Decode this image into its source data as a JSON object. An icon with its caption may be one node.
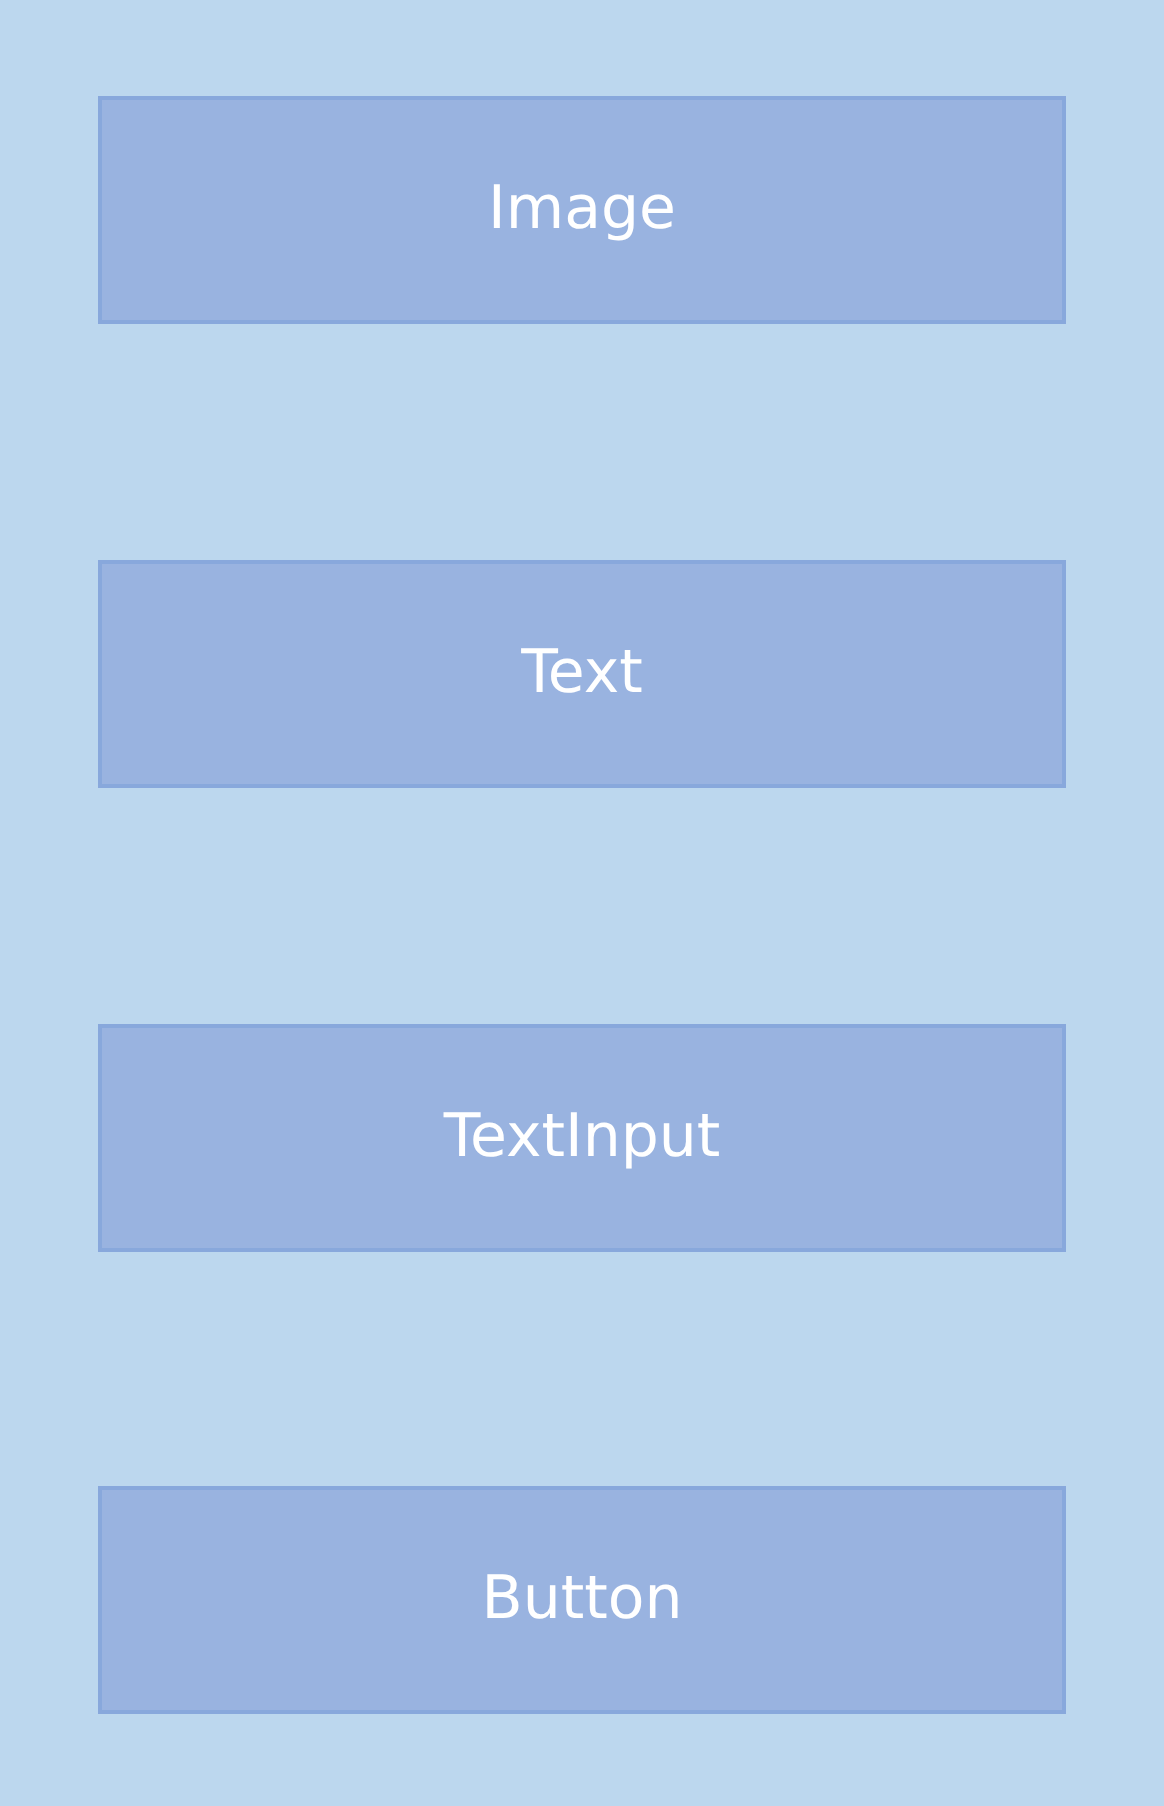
{
  "diagram": {
    "nodes": [
      {
        "text": [
          "Image"
        ]
      },
      {
        "text": [
          "Text"
        ]
      },
      {
        "text": [
          "TextInput"
        ]
      },
      {
        "text": [
          "Button"
        ]
      }
    ]
  }
}
